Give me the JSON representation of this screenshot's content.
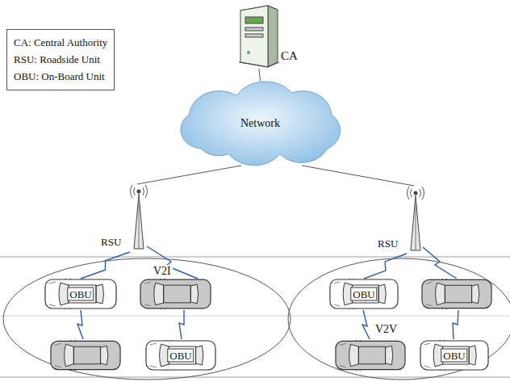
{
  "diagram": {
    "nodes": [
      {
        "text": [
          "CA: Central Authority",
          "RSU: Roadside Unit",
          "OBU: On-Board Unit"
        ]
      },
      {
        "text": [
          "CA"
        ]
      },
      {
        "text": [
          "Network"
        ]
      },
      {
        "text": [
          "RSU"
        ]
      },
      {
        "text": [
          "RSU"
        ]
      },
      {
        "text": [
          "OBU"
        ]
      },
      {
        "text": [
          "OBU"
        ]
      },
      {
        "text": [
          "OBU"
        ]
      },
      {
        "text": [
          "OBU"
        ]
      }
    ],
    "edges": [
      {
        "from": 1,
        "to": 2,
        "arrow": "none"
      },
      {
        "from": 2,
        "to": 3,
        "arrow": "none"
      },
      {
        "from": 2,
        "to": 4,
        "arrow": "none"
      },
      {
        "from": 3,
        "to": 5,
        "label": "V2I",
        "arrow": "none"
      },
      {
        "from": 4,
        "to": 7,
        "arrow": "none"
      }
    ],
    "labels": [
      "V2V"
    ]
  }
}
